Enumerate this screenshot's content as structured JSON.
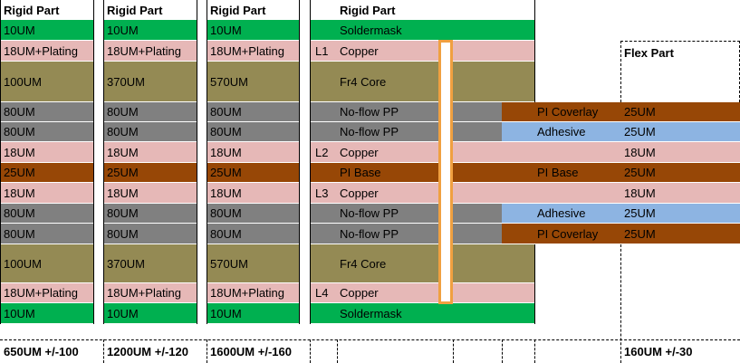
{
  "colors": {
    "soldermask": "#00b050",
    "copper": "#e6b8b7",
    "core": "#948a54",
    "pp": "#808080",
    "pi": "#974706",
    "adhesive": "#8db4e2",
    "via_outline": "#f0a040"
  },
  "rigid_columns": [
    {
      "header": "Rigid Part",
      "thicknesses": [
        "10UM",
        "18UM+Plating",
        "100UM",
        "80UM",
        "80UM",
        "18UM",
        "25UM",
        "18UM",
        "80UM",
        "80UM",
        "100UM",
        "18UM+Plating",
        "10UM"
      ],
      "total": "650UM +/-100"
    },
    {
      "header": "Rigid Part",
      "thicknesses": [
        "10UM",
        "18UM+Plating",
        "370UM",
        "80UM",
        "80UM",
        "18UM",
        "25UM",
        "18UM",
        "80UM",
        "80UM",
        "370UM",
        "18UM+Plating",
        "10UM"
      ],
      "total": "1200UM +/-120"
    },
    {
      "header": "Rigid Part",
      "thicknesses": [
        "10UM",
        "18UM+Plating",
        "570UM",
        "80UM",
        "80UM",
        "18UM",
        "25UM",
        "18UM",
        "80UM",
        "80UM",
        "570UM",
        "18UM+Plating",
        "10UM"
      ],
      "total": "1600UM +/-160"
    }
  ],
  "stackup": {
    "header": "Rigid Part",
    "layer_labels": [
      "",
      "L1",
      "",
      "",
      "",
      "L2",
      "",
      "L3",
      "",
      "",
      "",
      "L4",
      ""
    ],
    "materials": [
      "Soldermask",
      "Copper",
      "Fr4 Core",
      "No-flow PP",
      "No-flow PP",
      "Copper",
      "PI Base",
      "Copper",
      "No-flow PP",
      "No-flow PP",
      "Fr4 Core",
      "Copper",
      "Soldermask"
    ],
    "flex_materials": [
      "",
      "",
      "",
      "PI Coverlay",
      "Adhesive",
      "",
      "PI Base",
      "",
      "Adhesive",
      "PI Coverlay",
      "",
      "",
      ""
    ]
  },
  "flex": {
    "header": "Flex Part",
    "thicknesses": [
      "25UM",
      "25UM",
      "18UM",
      "25UM",
      "18UM",
      "25UM",
      "25UM"
    ],
    "total": "160UM +/-30"
  }
}
